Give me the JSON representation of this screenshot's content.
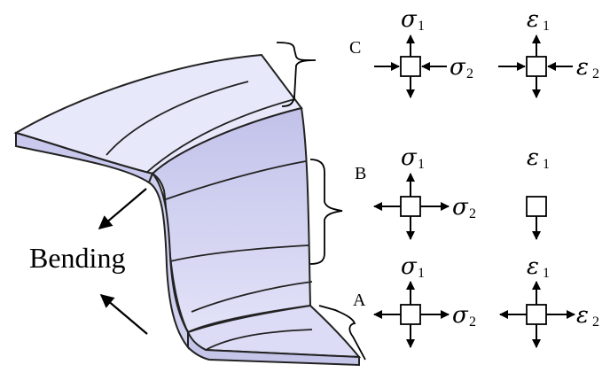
{
  "figure": {
    "colors": {
      "part_top": "#e6e6fa",
      "part_wall": "#d9d9f2",
      "part_edge": "#c5c5ea",
      "line": "#000000"
    },
    "bending_label": "Bending",
    "zones": [
      {
        "label": "C",
        "stress": {
          "sym1": "σ",
          "sub1": "1",
          "sym2": "σ",
          "sub2": "2"
        },
        "strain": {
          "sym1": "ε",
          "sub1": "1",
          "sym2": "ε",
          "sub2": "2"
        }
      },
      {
        "label": "B",
        "stress": {
          "sym1": "σ",
          "sub1": "1",
          "sym2": "σ",
          "sub2": "2"
        },
        "strain": {
          "sym1": "ε",
          "sub1": "1"
        }
      },
      {
        "label": "A",
        "stress": {
          "sym1": "σ",
          "sub1": "1",
          "sym2": "σ",
          "sub2": "2"
        },
        "strain": {
          "sym1": "ε",
          "sub1": "1",
          "sym2": "ε",
          "sub2": "2"
        }
      }
    ]
  }
}
